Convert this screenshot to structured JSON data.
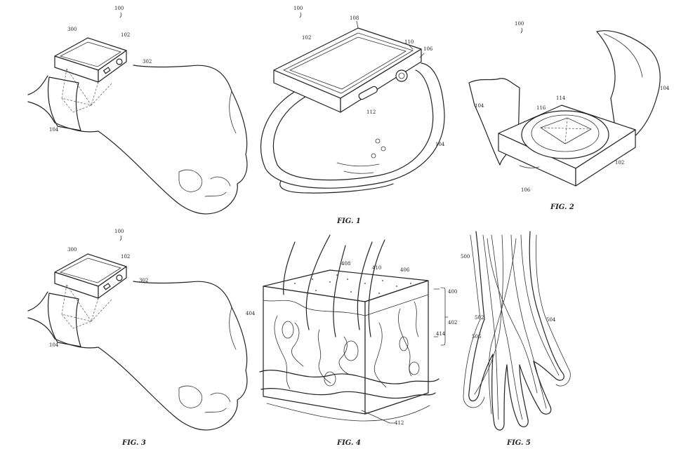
{
  "captions": {
    "fig1": "FIG. 1",
    "fig2": "FIG. 2",
    "fig3": "FIG. 3",
    "fig4": "FIG. 4",
    "fig5": "FIG. 5"
  },
  "refs": {
    "fig_top_left": [
      "100",
      "300",
      "102",
      "302",
      "104"
    ],
    "fig1": [
      "100",
      "108",
      "102",
      "110",
      "106",
      "112",
      "104"
    ],
    "fig2": [
      "100",
      "114",
      "116",
      "104",
      "104",
      "102",
      "106"
    ],
    "fig3": [
      "100",
      "300",
      "102",
      "302",
      "104"
    ],
    "fig4": [
      "408",
      "410",
      "406",
      "400",
      "404",
      "402",
      "414",
      "412"
    ],
    "fig5": [
      "500",
      "502",
      "504",
      "506"
    ]
  }
}
